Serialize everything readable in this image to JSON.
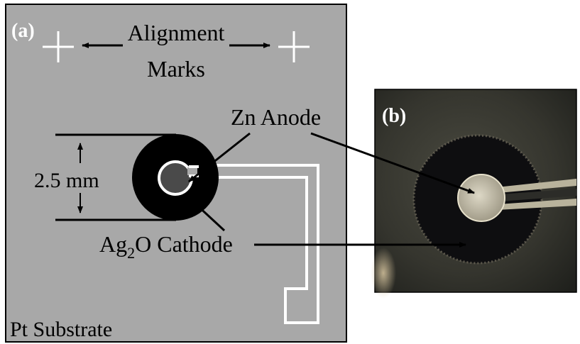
{
  "panel_a": {
    "label": "(a)",
    "alignment_label_line1": "Alignment",
    "alignment_label_line2": "Marks",
    "dimension_label": "2.5 mm",
    "cathode_label_main": "Ag",
    "cathode_label_sub": "2",
    "cathode_label_rest": "O Cathode",
    "substrate_label": "Pt Substrate",
    "colors": {
      "substrate": "#a8a8a8",
      "cathode": "#000000",
      "anode": "#4a4a4a",
      "trace": "#ffffff"
    }
  },
  "anode_label": "Zn Anode",
  "panel_b": {
    "label": "(b)",
    "colors": {
      "background": "#3a3a33",
      "cathode_ring": "#0e0e10",
      "anode": "#bdb7a2"
    }
  }
}
